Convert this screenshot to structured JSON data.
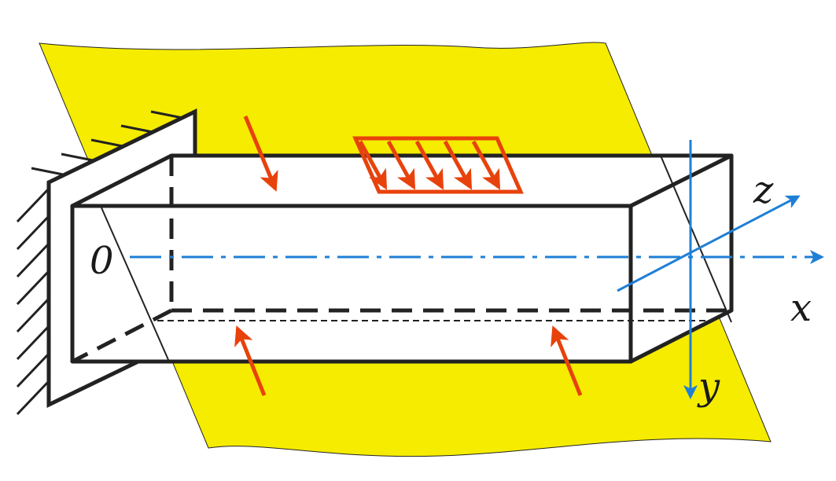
{
  "labels": {
    "origin": "0",
    "x_axis": "x",
    "y_axis": "y",
    "z_axis": "z"
  },
  "colors": {
    "plane": "#f5ec00",
    "beam_edge": "#222222",
    "axis": "#1f7fd6",
    "load": "#e8420c",
    "wall_hatch": "#222222",
    "background": "#ffffff"
  },
  "elements": {
    "plane": "yellow-loading-plane",
    "beam": "rectangular-beam",
    "support": "fixed-wall-support",
    "loads": [
      "point-load-top",
      "distributed-load",
      "point-load-bottom-left",
      "point-load-bottom-right"
    ]
  }
}
